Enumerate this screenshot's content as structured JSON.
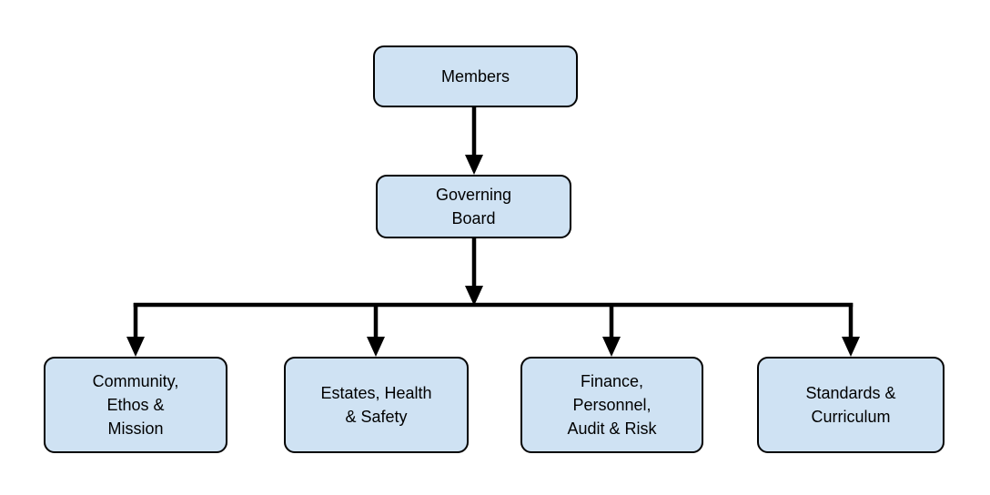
{
  "diagram": {
    "type": "org-chart",
    "nodes": [
      {
        "id": "members",
        "label": "Members"
      },
      {
        "id": "governing-board",
        "label": "Governing\nBoard"
      },
      {
        "id": "community-ethos-mission",
        "label": "Community,\nEthos &\nMission"
      },
      {
        "id": "estates-health-safety",
        "label": "Estates, Health\n& Safety"
      },
      {
        "id": "finance-personnel-audit-risk",
        "label": "Finance,\nPersonnel,\nAudit & Risk"
      },
      {
        "id": "standards-curriculum",
        "label": "Standards &\nCurriculum"
      }
    ],
    "edges": [
      {
        "from": "members",
        "to": "governing-board"
      },
      {
        "from": "governing-board",
        "to": "community-ethos-mission"
      },
      {
        "from": "governing-board",
        "to": "estates-health-safety"
      },
      {
        "from": "governing-board",
        "to": "finance-personnel-audit-risk"
      },
      {
        "from": "governing-board",
        "to": "standards-curriculum"
      }
    ],
    "colors": {
      "background": "#ffffff",
      "node_fill": "#cfe2f3",
      "node_border": "#000000",
      "connector": "#000000",
      "text": "#000000"
    }
  }
}
